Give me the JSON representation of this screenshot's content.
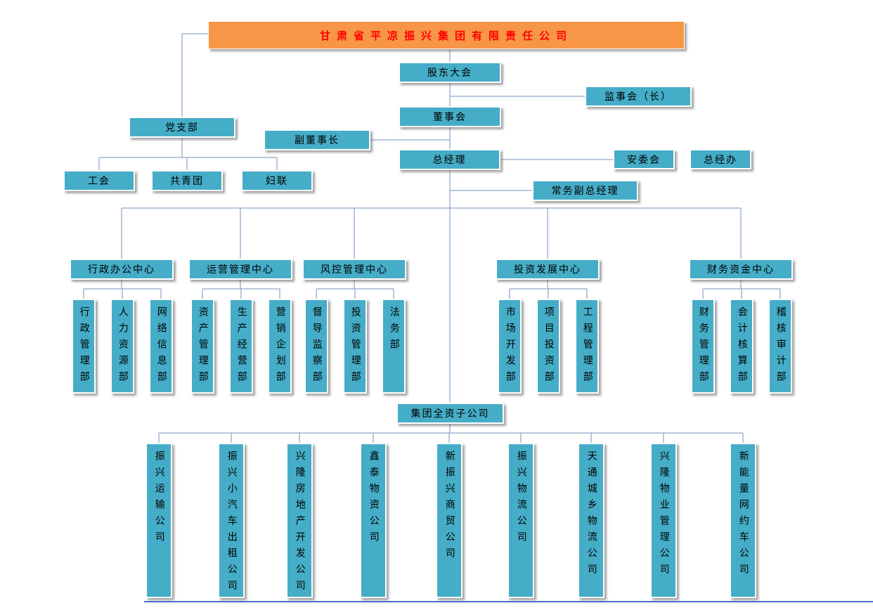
{
  "title": "甘肃省平凉振兴集团有限责任公司",
  "governance": {
    "shareholders_meeting": "股东大会",
    "supervisory_board": "监事会（长）",
    "board_of_directors": "董事会",
    "party_branch": "党支部",
    "vice_chairman": "副董事长",
    "general_manager": "总经理",
    "safety_committee": "安委会",
    "gm_office": "总经办",
    "labor_union": "工会",
    "youth_league": "共青团",
    "women_federation": "妇联",
    "executive_deputy_gm": "常务副总经理"
  },
  "centers": [
    {
      "label": "行政办公中心",
      "departments": [
        "行政管理部",
        "人力资源部",
        "网络信息部"
      ]
    },
    {
      "label": "运营管理中心",
      "departments": [
        "资产管理部",
        "生产经营部",
        "营销企划部"
      ]
    },
    {
      "label": "风控管理中心",
      "departments": [
        "督导监察部",
        "投资管理部",
        "法务部"
      ]
    },
    {
      "label": "投资发展中心",
      "departments": [
        "市场开发部",
        "项目投资部",
        "工程管理部"
      ]
    },
    {
      "label": "财务资金中心",
      "departments": [
        "财务管理部",
        "会计核算部",
        "稽核审计部"
      ]
    }
  ],
  "subsidiaries": {
    "header": "集团全资子公司",
    "companies": [
      "振兴运输公司",
      "振兴小汽车出租公司",
      "兴隆房地产开发公司",
      "鑫泰物资公司",
      "新振兴商贸公司",
      "振兴物流公司",
      "天通城乡物流公司",
      "兴隆物业管理公司",
      "新能量网约车公司"
    ]
  },
  "colors": {
    "node_fill": "#45adc7",
    "title_fill": "#f79646",
    "title_text": "#ff0000",
    "connector": "#7392bc",
    "page_border": "#4472c4"
  }
}
